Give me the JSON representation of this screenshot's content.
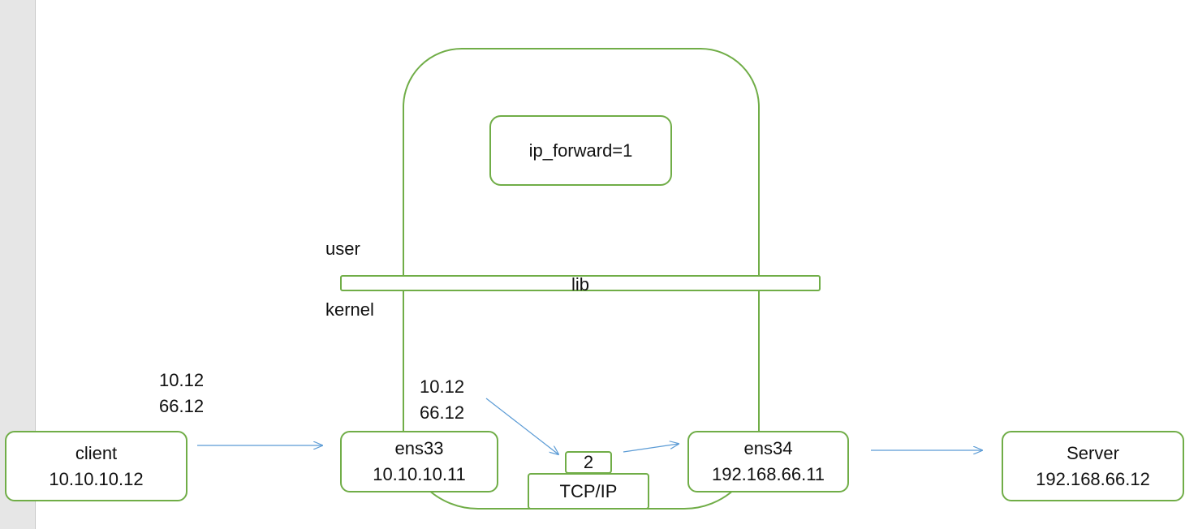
{
  "colors": {
    "box_border": "#70ad47",
    "arrow": "#5b9bd5",
    "gutter": "#e6e6e6"
  },
  "forward_box": {
    "label": "ip_forward=1"
  },
  "layers": {
    "user": "user",
    "kernel": "kernel",
    "lib": "lib"
  },
  "nodes": {
    "client": {
      "name": "client",
      "ip": "10.10.10.12"
    },
    "ens33": {
      "name": "ens33",
      "ip": "10.10.10.11"
    },
    "ens34": {
      "name": "ens34",
      "ip": "192.168.66.11"
    },
    "server": {
      "name": "Server",
      "ip": "192.168.66.12"
    }
  },
  "stack": {
    "step": "2",
    "name": "TCP/IP"
  },
  "packet_labels": {
    "outside": {
      "src": "10.12",
      "dst": "66.12"
    },
    "inside": {
      "src": "10.12",
      "dst": "66.12"
    }
  }
}
